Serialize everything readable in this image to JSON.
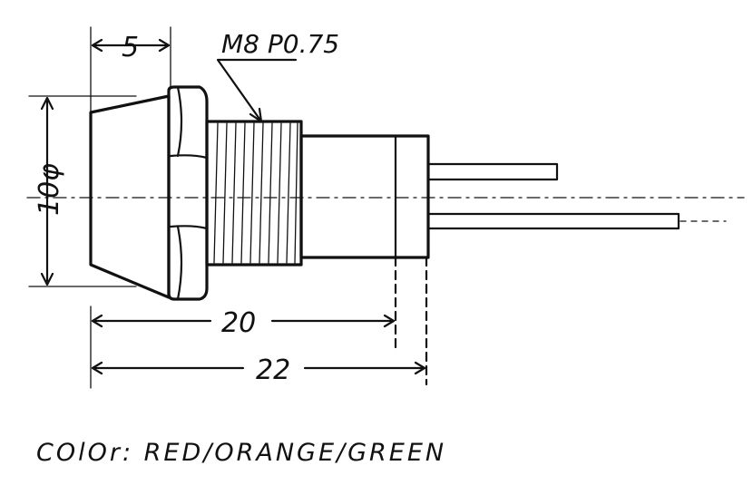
{
  "dimensions": {
    "flange_width": "5",
    "diameter": "10φ",
    "body_length": "20",
    "total_length": "22"
  },
  "thread": {
    "label": "M8 P0.75"
  },
  "note": {
    "text": "COlOr: RED/ORANGE/GREEN"
  }
}
